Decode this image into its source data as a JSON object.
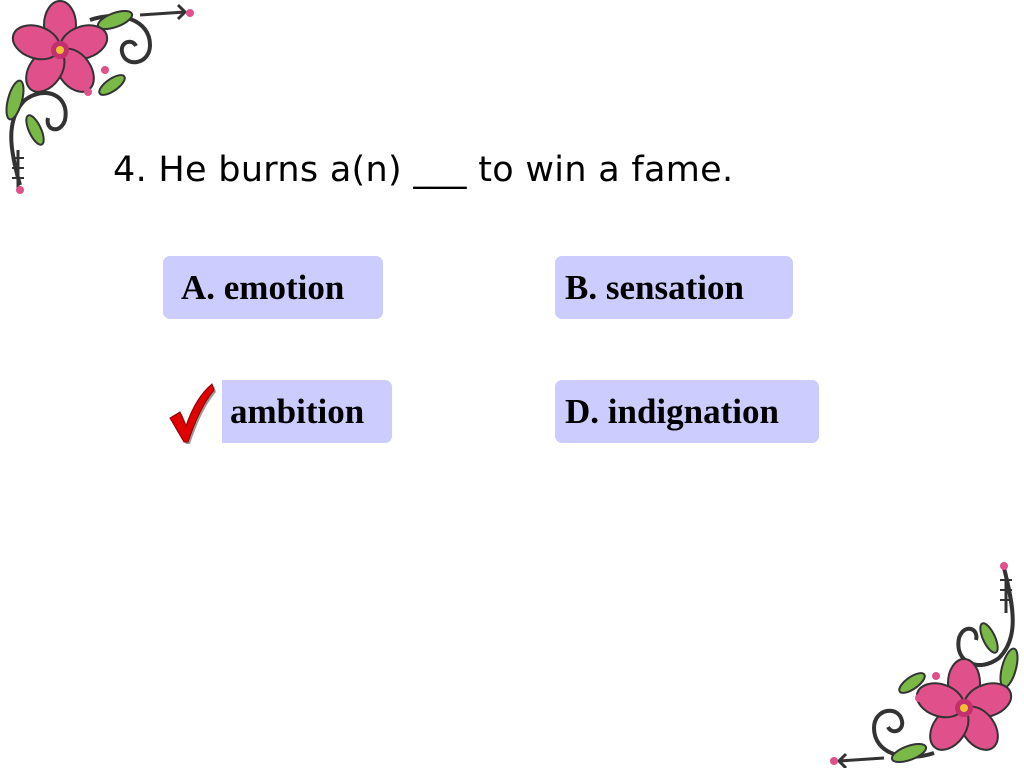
{
  "question": {
    "text": "4.  He burns a(n) ___ to win a fame."
  },
  "options": [
    {
      "label": "A. emotion"
    },
    {
      "label": "B. sensation"
    },
    {
      "label": "ambition",
      "correct": true
    },
    {
      "label": "D. indignation"
    }
  ],
  "colors": {
    "option_bg": "#ccccff",
    "check": "#e00000",
    "flower_petal": "#e0508a",
    "leaf": "#7ab848"
  },
  "icons": {
    "correct_mark": "check-mark-icon",
    "decoration_top_left": "flower-corner-icon",
    "decoration_bottom_right": "flower-corner-icon"
  }
}
